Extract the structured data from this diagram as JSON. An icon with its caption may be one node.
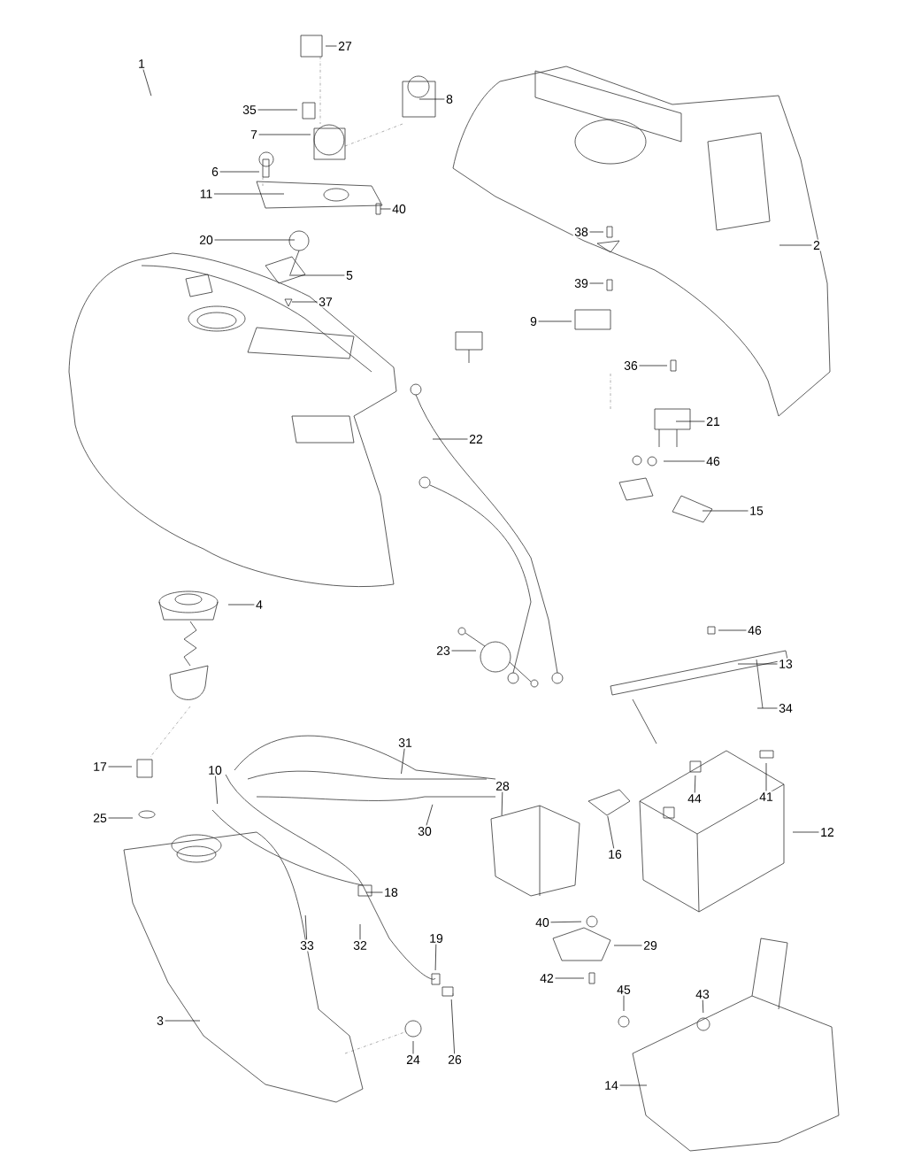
{
  "diagram": {
    "nodes": [
      {
        "text": [
          "27"
        ]
      },
      {
        "text": [
          "1"
        ]
      },
      {
        "text": [
          "35"
        ]
      },
      {
        "text": [
          "8"
        ]
      },
      {
        "text": [
          "7"
        ]
      },
      {
        "text": [
          "6"
        ]
      },
      {
        "text": [
          "11"
        ]
      },
      {
        "text": [
          "40"
        ]
      },
      {
        "text": [
          "38"
        ]
      },
      {
        "text": [
          "20"
        ]
      },
      {
        "text": [
          "2"
        ]
      },
      {
        "text": [
          "5"
        ]
      },
      {
        "text": [
          "39"
        ]
      },
      {
        "text": [
          "37"
        ]
      },
      {
        "text": [
          "9"
        ]
      },
      {
        "text": [
          "36"
        ]
      },
      {
        "text": [
          "21"
        ]
      },
      {
        "text": [
          "22"
        ]
      },
      {
        "text": [
          "46"
        ]
      },
      {
        "text": [
          "15"
        ]
      },
      {
        "text": [
          "4"
        ]
      },
      {
        "text": [
          "46"
        ]
      },
      {
        "text": [
          "13"
        ]
      },
      {
        "text": [
          "23"
        ]
      },
      {
        "text": [
          "34"
        ]
      },
      {
        "text": [
          "31"
        ]
      },
      {
        "text": [
          "17"
        ]
      },
      {
        "text": [
          "10"
        ]
      },
      {
        "text": [
          "28"
        ]
      },
      {
        "text": [
          "44"
        ]
      },
      {
        "text": [
          "41"
        ]
      },
      {
        "text": [
          "25"
        ]
      },
      {
        "text": [
          "12"
        ]
      },
      {
        "text": [
          "30"
        ]
      },
      {
        "text": [
          "16"
        ]
      },
      {
        "text": [
          "18"
        ]
      },
      {
        "text": [
          "40"
        ]
      },
      {
        "text": [
          "19"
        ]
      },
      {
        "text": [
          "33"
        ]
      },
      {
        "text": [
          "32"
        ]
      },
      {
        "text": [
          "29"
        ]
      },
      {
        "text": [
          "42"
        ]
      },
      {
        "text": [
          "45"
        ]
      },
      {
        "text": [
          "43"
        ]
      },
      {
        "text": [
          "3"
        ]
      },
      {
        "text": [
          "24"
        ]
      },
      {
        "text": [
          "26"
        ]
      },
      {
        "text": [
          "14"
        ]
      }
    ],
    "edges": [
      {
        "from": 0,
        "to": null,
        "arrow": "none"
      },
      {
        "from": 1,
        "to": null,
        "arrow": "none"
      },
      {
        "from": 2,
        "to": null,
        "arrow": "none"
      },
      {
        "from": 3,
        "to": null,
        "arrow": "none"
      },
      {
        "from": 4,
        "to": null,
        "arrow": "none"
      },
      {
        "from": 5,
        "to": null,
        "arrow": "none"
      },
      {
        "from": 6,
        "to": null,
        "arrow": "none"
      },
      {
        "from": 7,
        "to": null,
        "arrow": "none"
      },
      {
        "from": 8,
        "to": null,
        "arrow": "none"
      },
      {
        "from": 9,
        "to": null,
        "arrow": "none"
      },
      {
        "from": 10,
        "to": null,
        "arrow": "none"
      },
      {
        "from": 11,
        "to": null,
        "arrow": "none"
      },
      {
        "from": 12,
        "to": null,
        "arrow": "none"
      },
      {
        "from": 13,
        "to": null,
        "arrow": "none"
      },
      {
        "from": 14,
        "to": null,
        "arrow": "none"
      },
      {
        "from": 15,
        "to": null,
        "arrow": "none"
      },
      {
        "from": 16,
        "to": null,
        "arrow": "none"
      },
      {
        "from": 17,
        "to": null,
        "arrow": "none"
      },
      {
        "from": 18,
        "to": null,
        "arrow": "none"
      },
      {
        "from": 19,
        "to": null,
        "arrow": "none"
      },
      {
        "from": 20,
        "to": null,
        "arrow": "none"
      },
      {
        "from": 21,
        "to": null,
        "arrow": "none"
      },
      {
        "from": 22,
        "to": null,
        "arrow": "none"
      },
      {
        "from": 23,
        "to": null,
        "arrow": "none"
      },
      {
        "from": 24,
        "to": null,
        "arrow": "none"
      },
      {
        "from": 25,
        "to": null,
        "arrow": "none"
      },
      {
        "from": 26,
        "to": null,
        "arrow": "none"
      },
      {
        "from": 27,
        "to": null,
        "arrow": "none"
      },
      {
        "from": 28,
        "to": null,
        "arrow": "none"
      },
      {
        "from": 29,
        "to": null,
        "arrow": "none"
      },
      {
        "from": 30,
        "to": null,
        "arrow": "none"
      },
      {
        "from": 31,
        "to": null,
        "arrow": "none"
      },
      {
        "from": 32,
        "to": null,
        "arrow": "none"
      },
      {
        "from": 33,
        "to": null,
        "arrow": "none"
      },
      {
        "from": 34,
        "to": null,
        "arrow": "none"
      },
      {
        "from": 35,
        "to": null,
        "arrow": "none"
      },
      {
        "from": 36,
        "to": null,
        "arrow": "none"
      },
      {
        "from": 37,
        "to": null,
        "arrow": "none"
      },
      {
        "from": 38,
        "to": null,
        "arrow": "none"
      },
      {
        "from": 39,
        "to": null,
        "arrow": "none"
      },
      {
        "from": 40,
        "to": null,
        "arrow": "none"
      },
      {
        "from": 41,
        "to": null,
        "arrow": "none"
      },
      {
        "from": 42,
        "to": null,
        "arrow": "none"
      },
      {
        "from": 43,
        "to": null,
        "arrow": "none"
      },
      {
        "from": 44,
        "to": null,
        "arrow": "none"
      },
      {
        "from": 45,
        "to": null,
        "arrow": "none"
      },
      {
        "from": 46,
        "to": null,
        "arrow": "none"
      },
      {
        "from": 47,
        "to": null,
        "arrow": "none"
      }
    ]
  }
}
